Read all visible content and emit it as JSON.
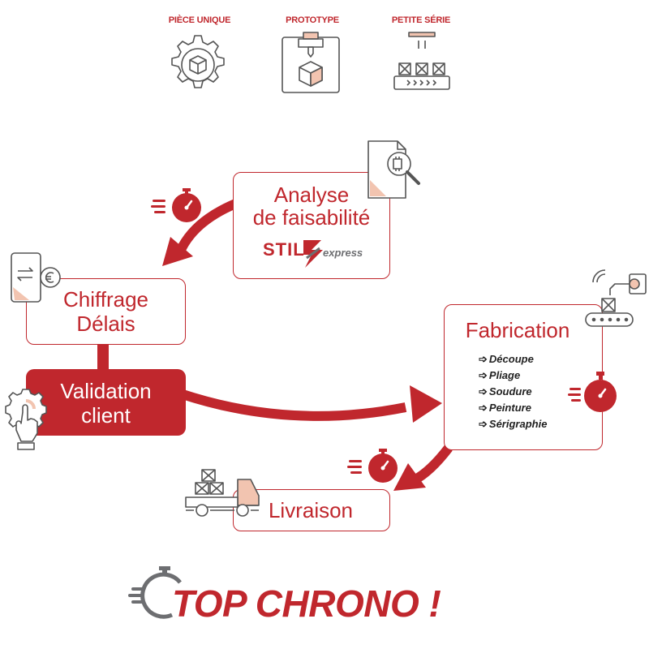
{
  "categories": [
    {
      "label": "PIÈCE UNIQUE",
      "icon": "gear-cube-icon"
    },
    {
      "label": "PROTOTYPE",
      "icon": "3d-printer-icon"
    },
    {
      "label": "PETITE SÉRIE",
      "icon": "conveyor-boxes-icon"
    }
  ],
  "nodes": {
    "analyse": {
      "line1": "Analyse",
      "line2": "de faisabilité",
      "logo_main": "STIL",
      "logo_sub": "express"
    },
    "chiffrage": {
      "line1": "Chiffrage",
      "line2": "Délais"
    },
    "validation": {
      "line1": "Validation",
      "line2": "client"
    },
    "fabrication": {
      "title": "Fabrication",
      "arrow_glyph": "➩",
      "steps": [
        "Découpe",
        "Pliage",
        "Soudure",
        "Peinture",
        "Sérigraphie"
      ]
    },
    "livraison": {
      "title": "Livraison"
    }
  },
  "slogan": "TOP CHRONO !",
  "colors": {
    "accent": "#c0272d",
    "dark_accent": "#b32126",
    "icon_gray": "#555555",
    "peach": "#f2c4b0",
    "logo_gray": "#6d6e71"
  }
}
